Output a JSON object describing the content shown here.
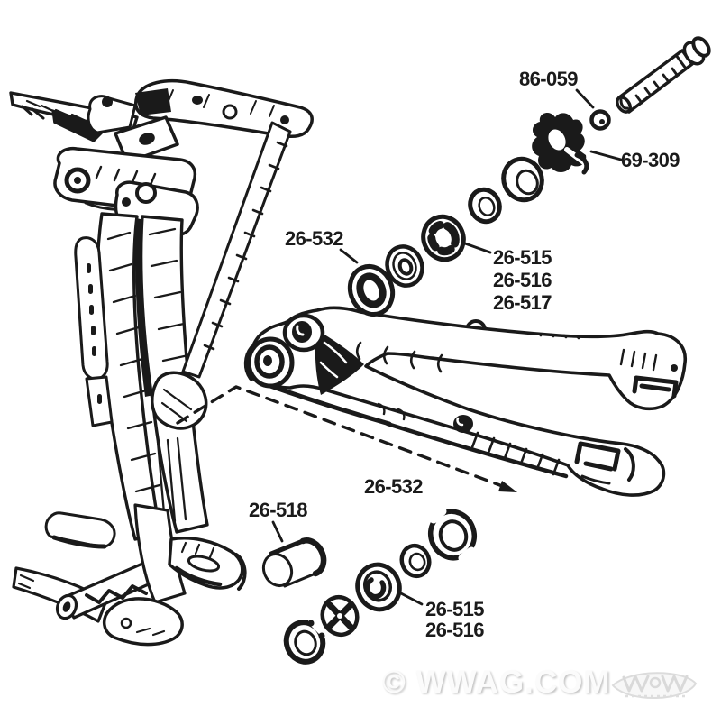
{
  "diagram": {
    "type": "exploded-parts-diagram",
    "subject": "frame and swingarm pivot bearings",
    "callouts": {
      "pin_washer": "86-059",
      "retaining_clip": "69-309",
      "seal_upper": "26-532",
      "bearing_upper_1": "26-515",
      "bearing_upper_2": "26-516",
      "bearing_upper_3": "26-517",
      "pivot_axis": "26-532",
      "spacer": "26-518",
      "bearing_lower_1": "26-515",
      "bearing_lower_2": "26-516"
    },
    "watermark": {
      "text": "© WWAG.COM",
      "logo": "W&W"
    },
    "colors": {
      "ink": "#1a1a1a",
      "background": "#ffffff",
      "watermark_gray": "#e9e9e9"
    }
  }
}
